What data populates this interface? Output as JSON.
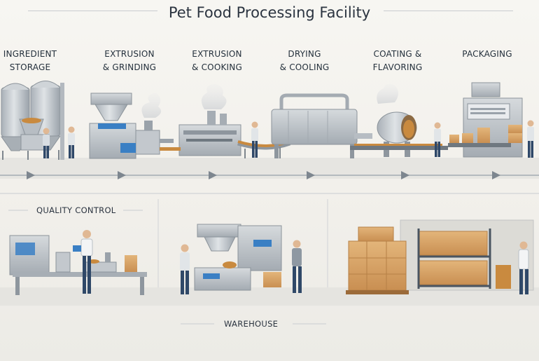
{
  "title": "Pet Food Processing Facility",
  "stages": [
    {
      "line1": "INGREDIENT",
      "line2": "STORAGE"
    },
    {
      "line1": "EXTRUSION",
      "line2": "& GRINDING"
    },
    {
      "line1": "EXTRUSION",
      "line2": "& COOKING"
    },
    {
      "line1": "DRYING",
      "line2": "& COOLING"
    },
    {
      "line1": "COATING &",
      "line2": "FLAVORING"
    },
    {
      "line1": "PACKAGING",
      "line2": ""
    }
  ],
  "sections": {
    "quality_control": "QUALITY CONTROL",
    "warehouse": "WAREHOUSE"
  },
  "colors": {
    "machine_steel": "#c3c8cd",
    "machine_dark": "#8e969e",
    "accent_blue": "#3a7fc4",
    "kibble": "#c98a3f",
    "carton": "#d9a86a",
    "floor_line": "#9aa2aa"
  }
}
